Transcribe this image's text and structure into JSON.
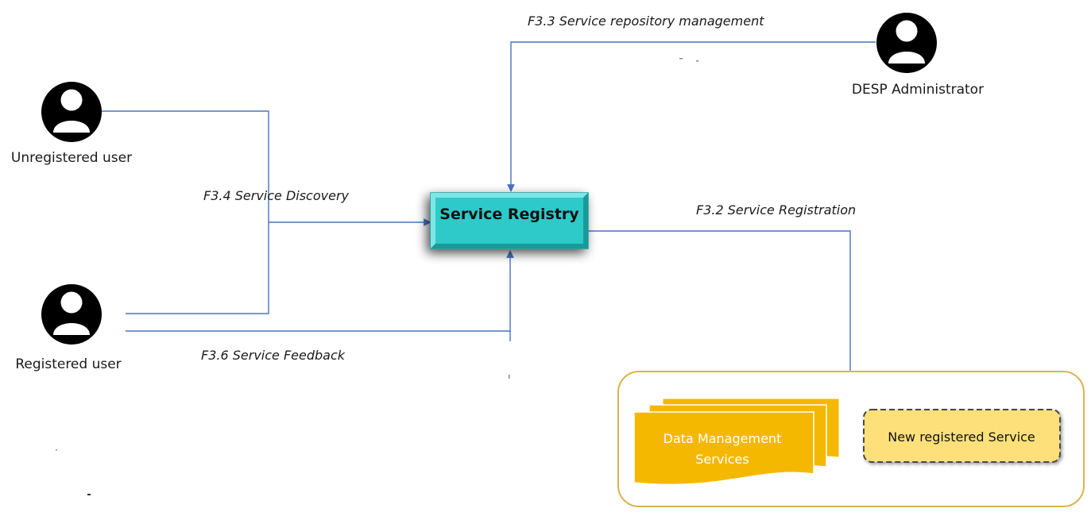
{
  "actors": {
    "unregistered": "Unregistered user",
    "registered": "Registered user",
    "admin": "DESP Administrator"
  },
  "registry": {
    "label": "Service Registry",
    "fill": "#2ec9c9"
  },
  "flows": {
    "repository_management": "F3.3 Service repository management",
    "discovery": "F3.4 Service Discovery",
    "registration": "F3.2 Service Registration",
    "feedback": "F3.6 Service Feedback"
  },
  "services_group": {
    "data_management_line1": "Data Management",
    "data_management_line2": "Services",
    "new_service": "New registered Service",
    "border_color": "#d9b44a",
    "doc_fill": "#f5b800",
    "new_fill": "#fde07a"
  },
  "colors": {
    "connector": "#4a72c4",
    "actor_icon": "#000000"
  }
}
